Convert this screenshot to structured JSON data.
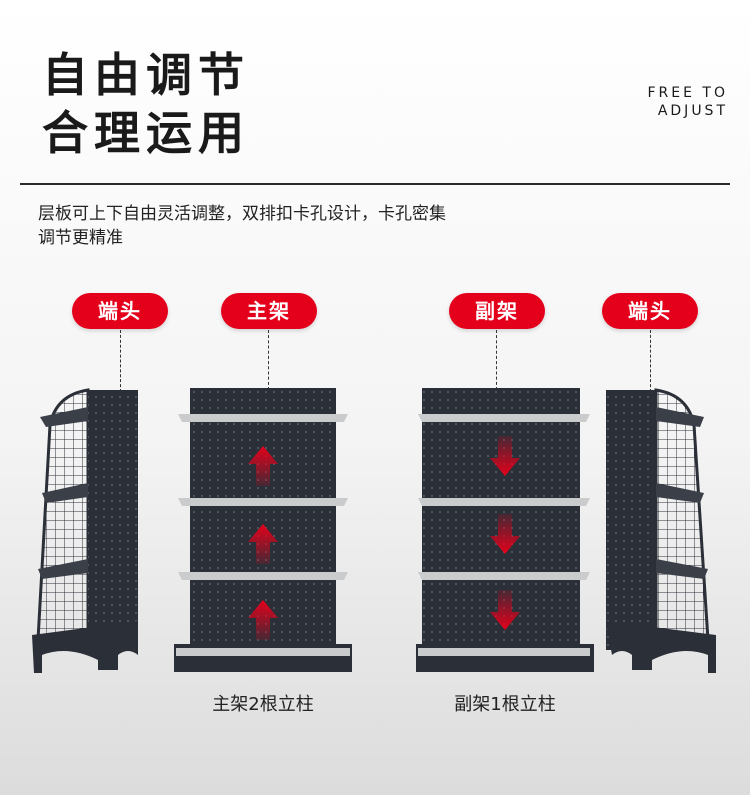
{
  "heading": {
    "line1": "自由调节",
    "line2": "合理运用"
  },
  "english": {
    "line1": "FREE TO",
    "line2": "ADJUST"
  },
  "description": {
    "line1": "层板可上下自由灵活调整，双排扣卡孔设计，卡孔密集",
    "line2": "调节更精准"
  },
  "labels": {
    "end_left": "端头",
    "main": "主架",
    "secondary": "副架",
    "end_right": "端头"
  },
  "captions": {
    "main": "主架2根立柱",
    "secondary": "副架1根立柱"
  },
  "colors": {
    "accent": "#e4001b",
    "shelf": "#2b2f38",
    "board": "#c9cbcd"
  }
}
